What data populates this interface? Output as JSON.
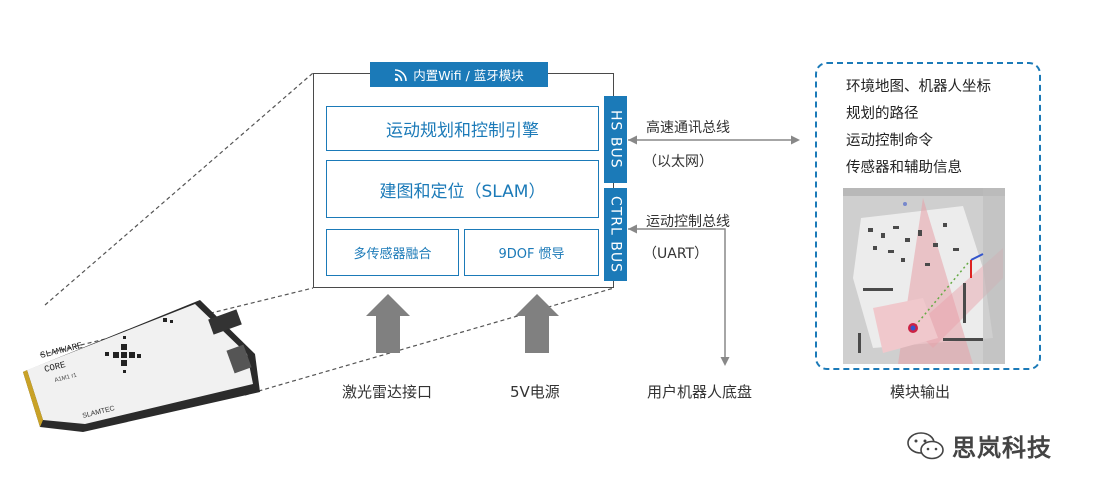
{
  "wifi_tab": {
    "icon": "wifi-icon",
    "label": "内置Wifi / 蓝牙模块"
  },
  "modules": {
    "motion_planning": "运动规划和控制引擎",
    "slam": "建图和定位（SLAM）",
    "sensor_fusion": "多传感器融合",
    "imu": "9DOF 惯导"
  },
  "buses": {
    "hs": "HS BUS",
    "ctrl": "CTRL BUS"
  },
  "links": {
    "hs_line1": "高速通讯总线",
    "hs_line2": "（以太网）",
    "ctrl_line1": "运动控制总线",
    "ctrl_line2": "（UART）"
  },
  "inputs": {
    "lidar": "激光雷达接口",
    "power": "5V电源",
    "chassis": "用户机器人底盘"
  },
  "outputs": {
    "items": [
      "环境地图、机器人坐标",
      "规划的路径",
      "运动控制命令",
      "传感器和辅助信息"
    ],
    "caption": "模块输出"
  },
  "board": {
    "brand_line1": "SLAMWARE",
    "brand_line2": "CORE",
    "model": "A1M1 r1",
    "logo": "SLAMTEC"
  },
  "watermark": {
    "icon": "wechat-icon",
    "text": "思岚科技"
  },
  "colors": {
    "accent": "#1b7ab8",
    "arrow": "#808080",
    "board": "#f1f1f1",
    "board_edge": "#2b2b2b",
    "laser": "#e8a0a8"
  }
}
